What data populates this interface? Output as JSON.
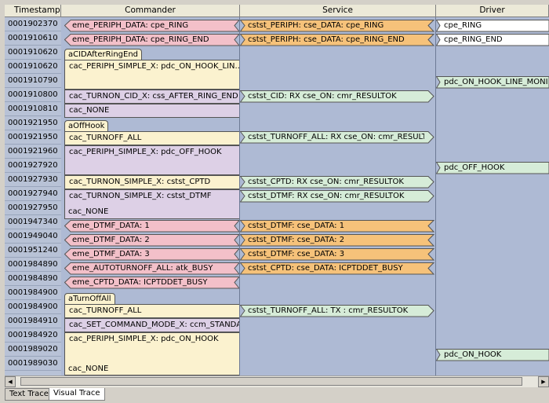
{
  "columns": {
    "timestamp": "Timestamp",
    "commander": "Commander",
    "service": "Service",
    "driver": "Driver"
  },
  "timestamps": [
    "0001902370",
    "0001910610",
    "0001910620",
    "0001910620",
    "0001910790",
    "0001910800",
    "0001910810",
    "0001921950",
    "0001921950",
    "0001921960",
    "0001927920",
    "0001927930",
    "0001927940",
    "0001927950",
    "0001947340",
    "0001949040",
    "0001951240",
    "0001984890",
    "0001984890",
    "0001984900",
    "0001984900",
    "0001984910",
    "0001984920",
    "0001989020",
    "0001989030"
  ],
  "commander": {
    "group_tabs": [
      "aCIDAfterRingEnd",
      "aOffHook",
      "aTurnOffAll"
    ],
    "entries": [
      "eme_PERIPH_DATA: cpe_RING",
      "eme_PERIPH_DATA: cpe_RING_END",
      "cac_PERIPH_SIMPLE_X: pdc_ON_HOOK_LIN...",
      "cac_TURNON_CID_X: css_AFTER_RING_END",
      "cac_NONE",
      "cac_TURNOFF_ALL",
      "cac_PERIPH_SIMPLE_X: pdc_OFF_HOOK",
      "cac_TURNON_SIMPLE_X: cstst_CPTD",
      "cac_TURNON_SIMPLE_X: cstst_DTMF",
      "cac_NONE",
      "eme_DTMF_DATA: 1",
      "eme_DTMF_DATA: 2",
      "eme_DTMF_DATA: 3",
      "eme_AUTOTURNOFF_ALL: atk_BUSY",
      "eme_CPTD_DATA: ICPTDDET_BUSY",
      "cac_TURNOFF_ALL",
      "cac_SET_COMMAND_MODE_X: ccm_STANDA...",
      "cac_PERIPH_SIMPLE_X: pdc_ON_HOOK",
      "cac_NONE"
    ]
  },
  "service": {
    "entries": [
      "cstst_PERIPH: cse_DATA: cpe_RING",
      "cstst_PERIPH: cse_DATA: cpe_RING_END",
      "cstst_CID: RX cse_ON: cmr_RESULTOK",
      "cstst_TURNOFF_ALL: RX cse_ON: cmr_RESULT...",
      "cstst_CPTD: RX cse_ON: cmr_RESULTOK",
      "cstst_DTMF: RX cse_ON: cmr_RESULTOK",
      "cstst_DTMF: cse_DATA: 1",
      "cstst_DTMF: cse_DATA: 2",
      "cstst_DTMF: cse_DATA: 3",
      "cstst_CPTD: cse_DATA: ICPTDDET_BUSY",
      "cstst_TURNOFF_ALL: TX : cmr_RESULTOK"
    ]
  },
  "driver": {
    "entries": [
      "cpe_RING",
      "cpe_RING_END",
      "pdc_ON_HOOK_LINE_MONIT",
      "pdc_OFF_HOOK",
      "pdc_ON_HOOK"
    ]
  },
  "bottom_tabs": [
    "Text Trace",
    "Visual Trace"
  ],
  "colors": {
    "lane_bg": "#aebad4",
    "timestamp_bg": "#b8c2d6",
    "pink": "#f3c0c9",
    "orange": "#f6c27a",
    "green": "#d6ecd8",
    "yellow": "#fbf2cf",
    "lilac": "#ddd0e6"
  }
}
